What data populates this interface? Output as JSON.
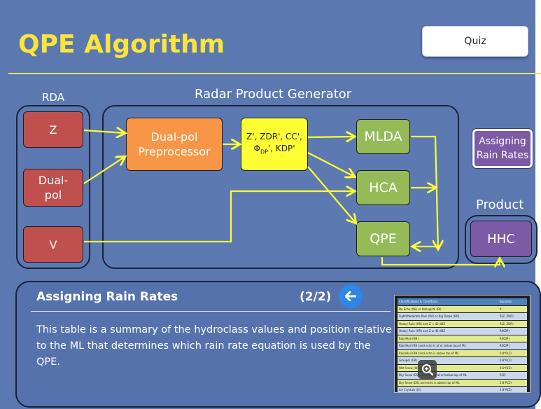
{
  "title": "QPE Algorithm",
  "quiz_label": "Quiz",
  "colors": {
    "background": "#5b78b0",
    "title": "#fde43a",
    "radar_box": "#c0504d",
    "preprocessor": "#f79646",
    "variables_box": "#ffff33",
    "algorithm_box": "#95bb59",
    "product_box": "#7c5aa6",
    "arrow": "#ffff33"
  },
  "diagram": {
    "rda_label": "RDA",
    "rpg_label": "Radar Product Generator",
    "product_label": "Product",
    "inputs": [
      "Z",
      "Dual-\npol",
      "V"
    ],
    "preprocessor": "Dual-pol\nPreprocessor",
    "variables": {
      "line1": "Z', ZDR', CC',",
      "phi": "Φ",
      "phi_sub": "DP",
      "line2_rest": "', KDP'"
    },
    "algorithms": [
      "MLDA",
      "HCA",
      "QPE"
    ],
    "product": "HHC",
    "assigning_button": "Assigning\nRain Rates"
  },
  "info": {
    "heading": "Assigning Rain Rates",
    "page": "(2/2)",
    "body": "This table is a summary of the hydroclass values and position relative to the ML that determines which rain rate equation is used by the QPE.",
    "back_icon": "arrow-left-icon",
    "zoom_icon": "zoom-in-icon"
  },
  "thumbnail_table": {
    "headers": [
      "Classifications & Conditions",
      "Equation"
    ],
    "rows": [
      [
        "No Echo (NE) or Biological (BI)",
        "0"
      ],
      [
        "Light/Moderate Rain (RA) or Big Drops (BD)",
        "R(Z, ZDR)"
      ],
      [
        "Heavy Rain (HR) and Z < 45 dBZ",
        "R(Z, ZDR)"
      ],
      [
        "Heavy Rain (HR) and Z ≥ 45 dBZ",
        "R(KDP)"
      ],
      [
        "Rain/Hail (RH)",
        "R(KDP)"
      ],
      [
        "Rain/Hail (RH) and echo is at or below top of ML",
        "R(KDP)"
      ],
      [
        "Rain/Hail (RH) and echo is above top of ML",
        "0.8*R(Z)"
      ],
      [
        "Graupel (GR)",
        "0.8*R(Z)"
      ],
      [
        "Wet Snow (WS)",
        "0.6*R(Z)"
      ],
      [
        "Dry Snow (DS) and echo is at or below top of ML",
        "R(Z)"
      ],
      [
        "Dry Snow (DS) and echo is above top of ML",
        "2.8*R(Z)"
      ],
      [
        "Ice Crystals (IC)",
        "2.8*R(Z)"
      ]
    ]
  }
}
